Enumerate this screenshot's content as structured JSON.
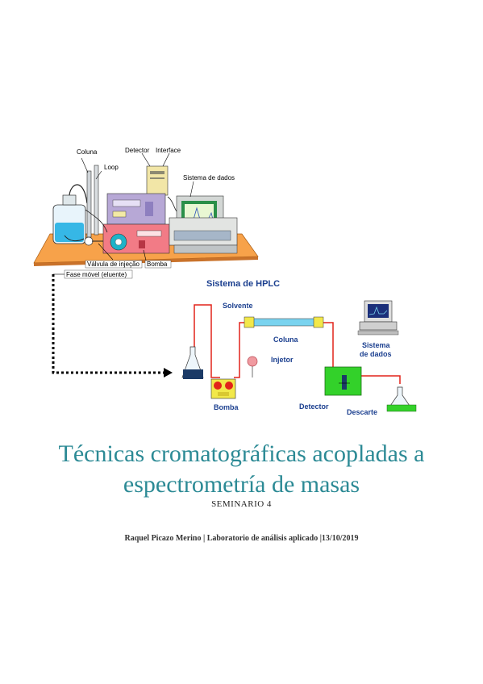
{
  "figure": {
    "setup_labels": {
      "coluna": "Coluna",
      "detector": "Detector",
      "interface": "Interface",
      "loop": "Loop",
      "sistema_dados": "Sistema de dados",
      "valvula": "Válvula de injeção",
      "bomba": "Bomba",
      "fase_movel": "Fase móvel (eluente)"
    },
    "schematic": {
      "title": "Sistema de HPLC",
      "solvente": "Solvente",
      "coluna": "Coluna",
      "injetor": "Injetor",
      "sistema_dados_line1": "Sistema",
      "sistema_dados_line2": "de dados",
      "bomba": "Bomba",
      "detector": "Detector",
      "descarte": "Descarte"
    }
  },
  "document": {
    "title_line_1": "Técnicas cromatográficas acopladas a",
    "title_line_2": "espectrometría de masas",
    "subtitle": "SEMINARIO 4",
    "footer": "Raquel Picazo Merino | Laboratorio de análisis aplicado |13/10/2019"
  },
  "colors": {
    "title": "#2c8a95",
    "bench": "#f7a24a",
    "flow_line": "#e2231a",
    "schematic_label": "#1b3f8f"
  }
}
